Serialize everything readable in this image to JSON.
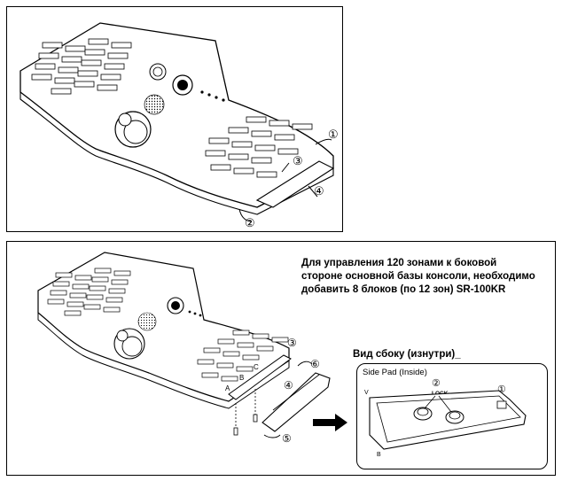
{
  "top_diagram": {
    "callouts": [
      "①",
      "②",
      "③",
      "④"
    ]
  },
  "bottom_diagram": {
    "caption_lines": [
      "Для управления 120 зонами к боковой",
      "стороне основной базы консоли, необходимо",
      "добавить 8 блоков (по 12 зон) SR-100KR"
    ],
    "callouts": [
      "①",
      "②",
      "③",
      "④",
      "⑤",
      "⑥"
    ],
    "part_letters": [
      "A",
      "B",
      "C"
    ],
    "side_view_title": "Вид сбоку (изнутри)_",
    "inset": {
      "label": "Side Pad (Inside)",
      "lock_label": "LOCK",
      "callouts": [
        "①",
        "②"
      ],
      "letters": [
        "V",
        "B"
      ]
    }
  }
}
